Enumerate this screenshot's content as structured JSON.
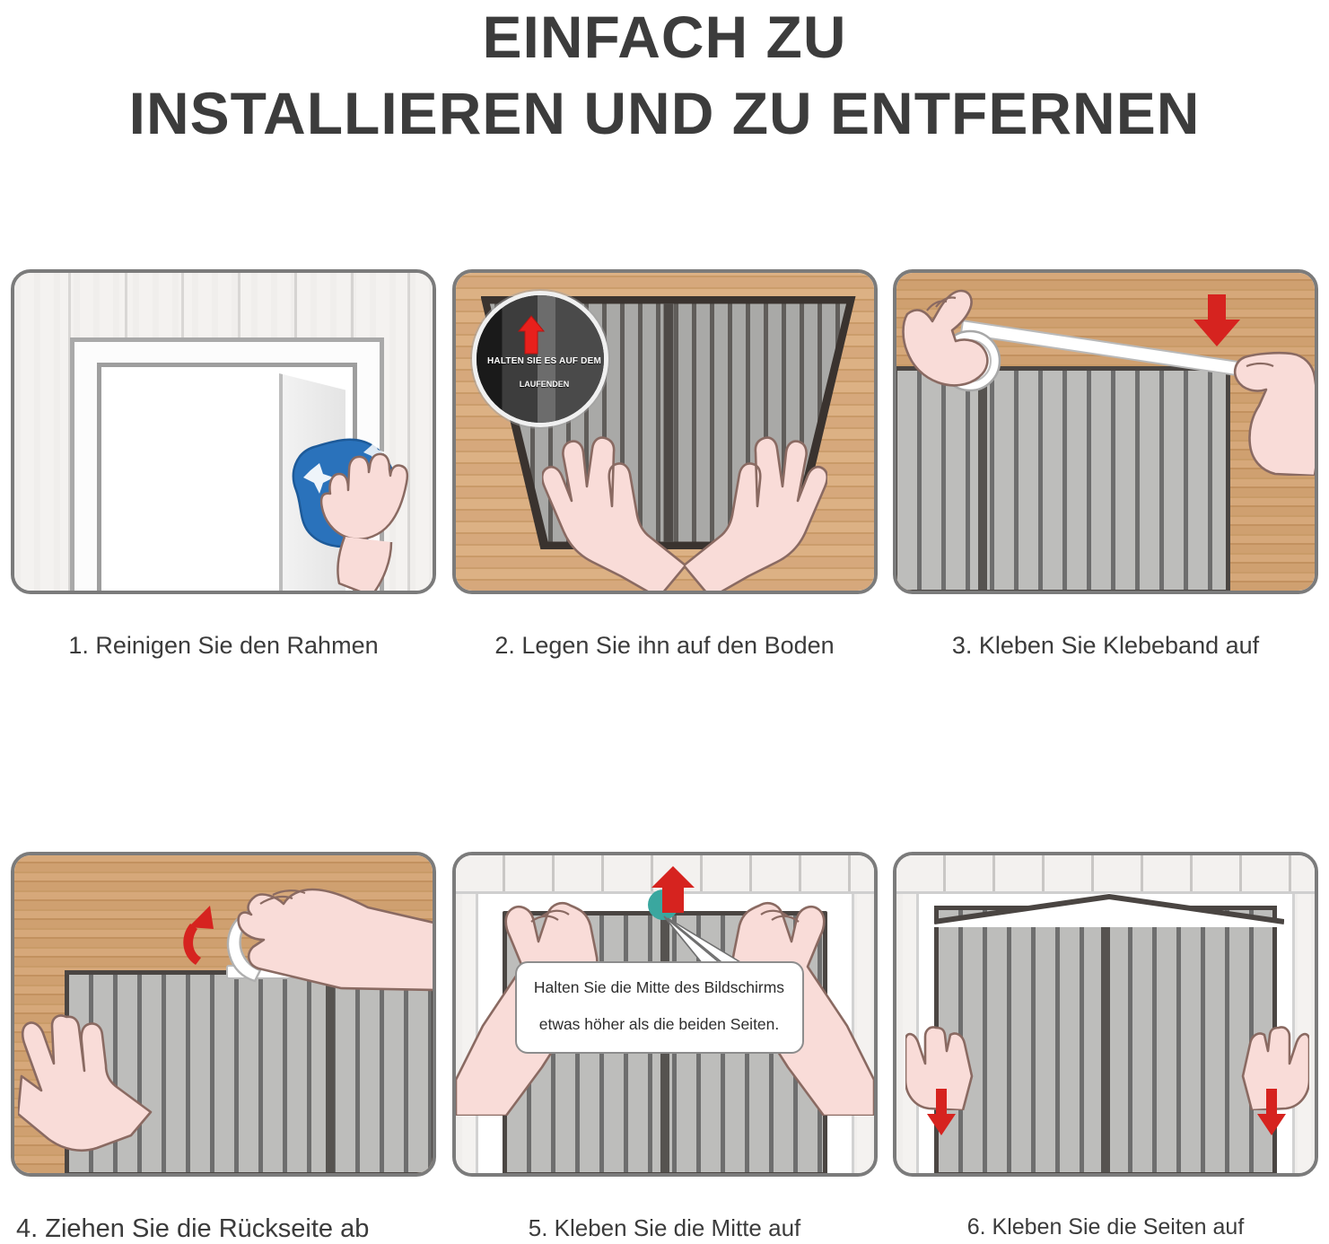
{
  "title": {
    "line1": "EINFACH ZU",
    "line2": "INSTALLIEREN UND ZU ENTFERNEN"
  },
  "colors": {
    "panel_border": "#7b7b7b",
    "arrow_red": "#d6231f",
    "teal_dot": "#3aa79f",
    "wood_tan": "#cfa070",
    "screen_gray": "#bdbdbb",
    "screen_dark": "#6e6e6e",
    "hand_skin": "#f9dcd8",
    "cloth_blue": "#2a72bb",
    "text": "#3b3b3b"
  },
  "steps": [
    {
      "id": "step-1",
      "caption": "1. Reinigen Sie den Rahmen",
      "scene": "white-door-frame-with-hand-wiping-blue-cloth",
      "icons": [
        "blue-cloth-icon",
        "hand-icon"
      ]
    },
    {
      "id": "step-2",
      "caption": "2. Legen Sie ihn auf den Boden",
      "scene": "screen-laid-flat-on-wood-floor-with-two-hands",
      "icons": [
        "hand-icon",
        "magnifier-inset-icon",
        "red-up-arrow-icon"
      ],
      "inset": {
        "text_line1": "HALTEN SIE ES AUF DEM",
        "text_line2": "LAUFENDEN"
      }
    },
    {
      "id": "step-3",
      "caption": "3. Kleben Sie Klebeband auf",
      "scene": "hands-applying-adhesive-tape-along-top-edge",
      "icons": [
        "tape-roll-icon",
        "hand-icon",
        "red-down-arrow-icon"
      ]
    },
    {
      "id": "step-4",
      "caption": "4. Ziehen Sie die Rückseite ab",
      "scene": "hand-peeling-tape-backing-liner-off",
      "icons": [
        "hand-icon",
        "red-curved-arrow-icon"
      ]
    },
    {
      "id": "step-5",
      "caption": "5. Kleben Sie die Mitte auf",
      "scene": "hands-pressing-screen-center-onto-door-frame",
      "icons": [
        "hand-icon",
        "red-up-arrow-icon",
        "teal-dot-icon"
      ],
      "callout": {
        "line1": "Halten Sie die Mitte des Bildschirms",
        "line2": "etwas höher als die beiden Seiten."
      }
    },
    {
      "id": "step-6",
      "caption": "6. Kleben Sie die Seiten auf",
      "scene": "installed-screen-with-hands-pressing-both-sides-downward",
      "icons": [
        "hand-icon",
        "red-down-arrow-icon"
      ]
    }
  ]
}
